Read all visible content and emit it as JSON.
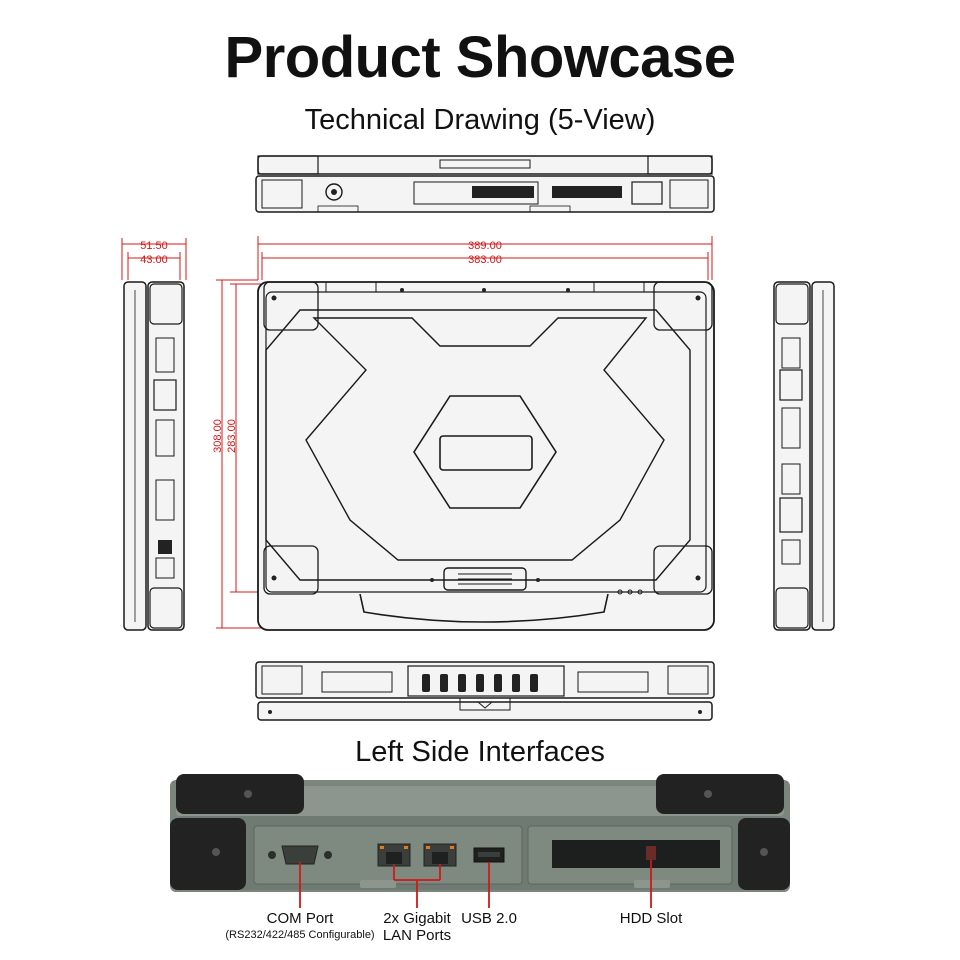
{
  "header": {
    "title": "Product Showcase",
    "subtitle": "Technical Drawing (5-View)"
  },
  "dimensions": {
    "depth_outer": "51.50",
    "depth_inner": "43.00",
    "width_outer": "389.00",
    "width_inner": "383.00",
    "height_outer": "308.00",
    "height_inner": "283.00"
  },
  "interfaces": {
    "section_title": "Left Side Interfaces",
    "com_port": "COM Port",
    "com_port_note": "(RS232/422/485 Configurable)",
    "lan_ports_line1": "2x Gigabit",
    "lan_ports_line2": "LAN Ports",
    "usb": "USB 2.0",
    "hdd": "HDD Slot"
  },
  "colors": {
    "dimension": "#d01818",
    "body_gray": "#6f7a72",
    "bumper": "#222222"
  }
}
